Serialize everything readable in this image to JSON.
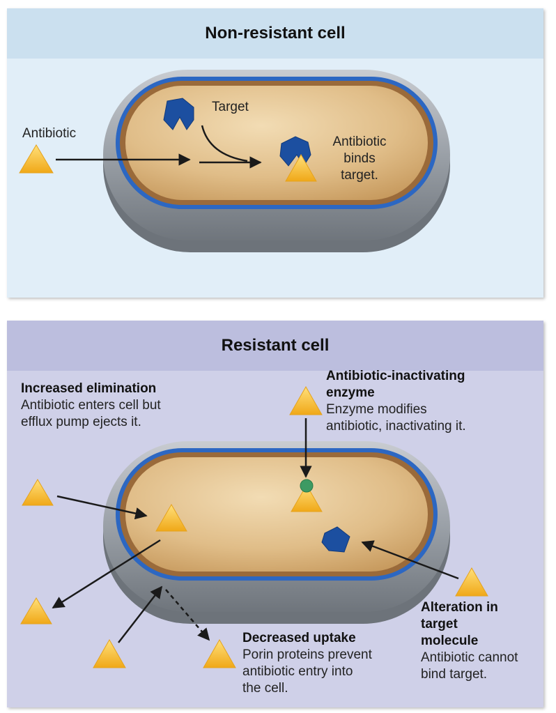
{
  "top_panel": {
    "title": "Non-resistant cell",
    "label_antibiotic": "Antibiotic",
    "label_target": "Target",
    "label_binds": [
      "Antibiotic",
      "binds",
      "target."
    ]
  },
  "bottom_panel": {
    "title": "Resistant cell",
    "increased_elimination": {
      "heading": "Increased elimination",
      "lines": [
        "Antibiotic enters cell but",
        "efflux pump ejects it."
      ]
    },
    "inactivating_enzyme": {
      "heading_lines": [
        "Antibiotic-inactivating",
        "enzyme"
      ],
      "lines": [
        "Enzyme modifies",
        "antibiotic, inactivating it."
      ]
    },
    "decreased_uptake": {
      "heading": "Decreased uptake",
      "lines": [
        "Porin proteins prevent",
        "antibiotic entry into",
        "the cell."
      ]
    },
    "target_alteration": {
      "heading_lines": [
        "Alteration in",
        "target",
        "molecule"
      ],
      "lines": [
        "Antibiotic cannot",
        "bind target."
      ]
    }
  },
  "colors": {
    "antibiotic_triangle": "#f5bb2a",
    "target_protein": "#1c4fa0",
    "membrane_blue": "#2c67c2",
    "cell_wall_gray": "#8e949c",
    "cytoplasm": "#e3c08c",
    "enzyme_green": "#3d9a63"
  }
}
